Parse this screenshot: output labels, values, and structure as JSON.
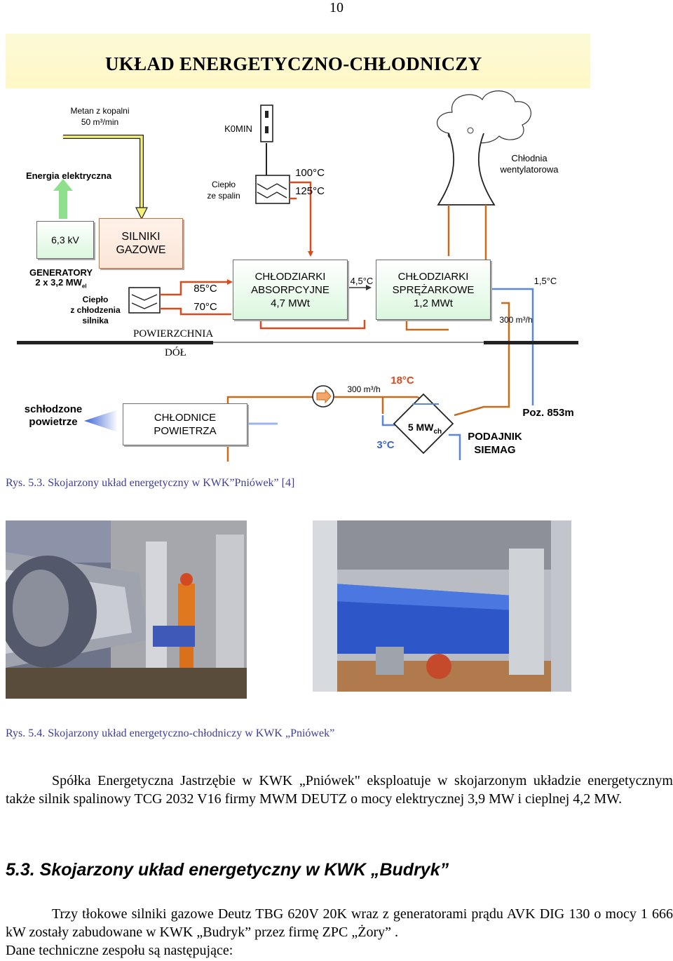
{
  "page_number": "10",
  "title": "UKŁAD  ENERGETYCZNO-CHŁODNICZY",
  "diagram": {
    "metan_line1": "Metan z kopalni",
    "metan_line2": "50 m³/min",
    "komin": "K0MIN",
    "chlodnia_line1": "Chłodnia",
    "chlodnia_line2": "wentylatorowa",
    "energia": "Energia elektryczna",
    "cieplo_spalin_line1": "Ciepło",
    "cieplo_spalin_line2": "ze spalin",
    "temp_100": "100°C",
    "temp_125": "125°C",
    "kv": "6,3 kV",
    "silniki_line1": "SILNIKI",
    "silniki_line2": "GAZOWE",
    "generatory_line1": "GENERATORY",
    "generatory_line2": "2 x 3,2 MW",
    "generatory_sub": "el",
    "cieplo_chlodzenia_line1": "Ciepło",
    "cieplo_chlodzenia_line2": "z chłodzenia",
    "cieplo_chlodzenia_line3": "silnika",
    "temp_85": "85°C",
    "temp_70": "70°C",
    "absorp_line1": "CHŁODZIARKI",
    "absorp_line2": "ABSORPCYJNE",
    "absorp_line3": "4,7 MWt",
    "temp_45": "4,5°C",
    "spraz_line1": "CHŁODZIARKI",
    "spraz_line2": "SPRĘŻARKOWE",
    "spraz_line3": "1,2 MWt",
    "temp_15": "1,5°C",
    "flow_300_a": "300 m³/h",
    "powierzchnia": "POWIERZCHNIA",
    "dol": "DÓŁ",
    "flow_300_b": "300 m³/h",
    "temp_18": "18°C",
    "schlodzone_line1": "schłodzone",
    "schlodzone_line2": "powietrze",
    "chlodnice_line1": "CHŁODNICE",
    "chlodnice_line2": "POWIETRZA",
    "mw_ch": "5 MW",
    "mw_ch_sub": "ch",
    "temp_3": "3°C",
    "podajnik_line1": "PODAJNIK",
    "podajnik_line2": "SIEMAG",
    "poz": "Poz. 853m"
  },
  "caption_1": "Rys. 5.3. Skojarzony układ energetyczny w KWK”Pniówek” [4]",
  "caption_2": "Rys. 5.4. Skojarzony układ energetyczno-chłodniczy w KWK „Pniówek”",
  "paragraph_1": "Spółka Energetyczna Jastrzębie w KWK „Pniówek\" eksploatuje w skojarzonym układzie energetycznym także silnik spalinowy TCG 2032 V16 firmy MWM DEUTZ o mocy elektrycznej 3,9 MW i cieplnej 4,2 MW.",
  "section_heading": "5.3. Skojarzony układ energetyczny w KWK „Budryk”",
  "paragraph_2": "Trzy tłokowe silniki gazowe Deutz TBG 620V 20K wraz z generatorami prądu AVK DIG 130 o mocy 1 666 kW zostały zabudowane w KWK „Budryk” przez firmę ZPC „Żory” .",
  "paragraph_3": "Dane techniczne zespołu są następujące:",
  "colors": {
    "heat_red": "#d94b1f",
    "water_orange": "#c86a18",
    "cold_blue": "#5b86e0",
    "power_green": "#8fe08c",
    "gas_yellow": "#f4f07a",
    "box_green": "#dbf7de",
    "caption_blue": "#3d3d9a"
  }
}
